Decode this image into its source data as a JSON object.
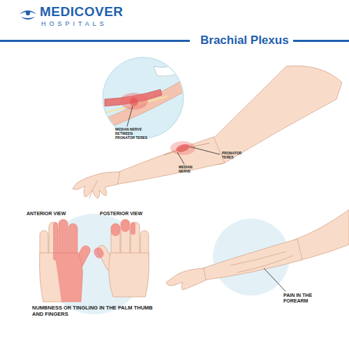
{
  "diagram": {
    "title": "Brachial Plexus",
    "labels": [
      "MEDICOVER",
      "HOSPITALS",
      "MEDIAN NERVE BETWEEN PRONATOR TERES",
      "PRONATOR TERES",
      "MEDIAN NERVE",
      "ANTERIOR VIEW",
      "POSTERIOR VIEW",
      "NUMBNESS OR TINGLING IN THE PALM THUMB AND FINGERS",
      "PAIN IN THE FOREARM"
    ]
  }
}
